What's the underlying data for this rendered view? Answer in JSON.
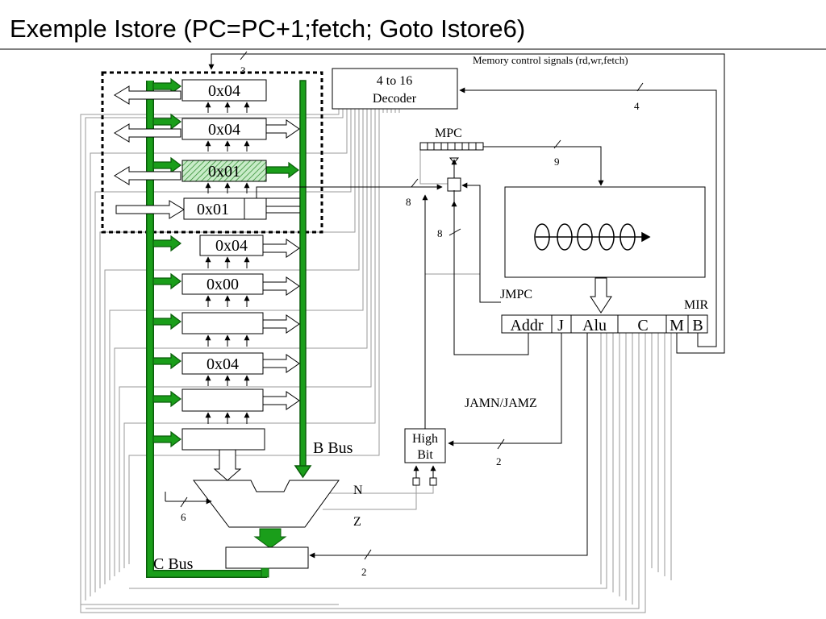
{
  "title": "Exemple Istore (PC=PC+1;fetch; Goto Istore6)",
  "register_values": [
    "0x04",
    "0x04",
    "0x01",
    "0x01",
    "0x04",
    "0x00",
    "",
    "0x04",
    "",
    ""
  ],
  "decoder": {
    "line1": "4 to 16",
    "line2": "Decoder"
  },
  "labels": {
    "mpc": "MPC",
    "jmpc": "JMPC",
    "mir": "MIR",
    "jamn_jamz": "JAMN/JAMZ",
    "high_bit_1": "High",
    "high_bit_2": "Bit",
    "b_bus": "B Bus",
    "c_bus": "C Bus",
    "n": "N",
    "z": "Z",
    "memory_control": "Memory control signals (rd,wr,fetch)"
  },
  "mir_fields": [
    "Addr",
    "J",
    "Alu",
    "C",
    "M",
    "B"
  ],
  "wire_widths": {
    "memory": "3",
    "decoder_in": "4",
    "mpc_out": "9",
    "addr_a": "8",
    "addr_b": "8",
    "jamn": "2",
    "alu_ctrl": "6",
    "shifter": "2"
  },
  "colors": {
    "bus_green": "#1a9e1a",
    "bus_dark": "#0a5c0a",
    "hatch": "#8fd48f"
  }
}
